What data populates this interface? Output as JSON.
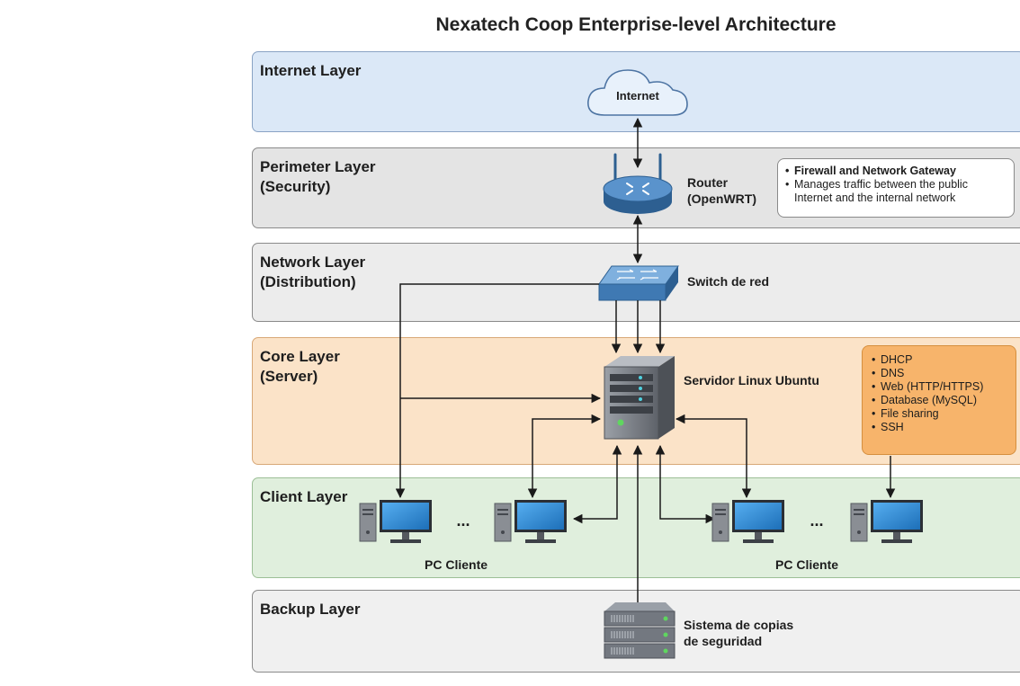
{
  "title": "Nexatech Coop Enterprise-level Architecture",
  "layers": {
    "internet": {
      "label": "Internet Layer",
      "color": "#dbe8f7"
    },
    "perimeter": {
      "label_line1": "Perimeter Layer",
      "label_line2": "(Security)",
      "color": "#e4e4e4"
    },
    "network": {
      "label_line1": "Network Layer",
      "label_line2": "(Distribution)",
      "color": "#ececec"
    },
    "core": {
      "label_line1": "Core Layer",
      "label_line2": "(Server)",
      "color": "#fbe3c8"
    },
    "client": {
      "label": "Client Layer",
      "color": "#e0efdd"
    },
    "backup": {
      "label": "Backup Layer",
      "color": "#f0f0f0"
    }
  },
  "nodes": {
    "internet": {
      "label": "Internet"
    },
    "router": {
      "label_line1": "Router",
      "label_line2": "(OpenWRT)"
    },
    "switch": {
      "label": "Switch de red"
    },
    "server": {
      "label": "Servidor Linux Ubuntu"
    },
    "clients_left": {
      "label": "PC Cliente",
      "ellipsis": "..."
    },
    "clients_right": {
      "label": "PC Cliente",
      "ellipsis": "..."
    },
    "backup": {
      "label_line1": "Sistema de copias",
      "label_line2": "de seguridad"
    }
  },
  "router_callout": {
    "items": [
      "Firewall and Network Gateway",
      "Manages traffic between the public Internet and the internal network"
    ]
  },
  "server_callout": {
    "items": [
      "DHCP",
      "DNS",
      "Web (HTTP/HTTPS)",
      "Database (MySQL)",
      "File sharing",
      "SSH"
    ],
    "color": "#f7b46b"
  },
  "colors": {
    "arrow": "#1a1a1a",
    "device_blue": "#3f79b3",
    "server_gray": "#7b7f86",
    "monitor_blue": "#2f8ad6"
  }
}
